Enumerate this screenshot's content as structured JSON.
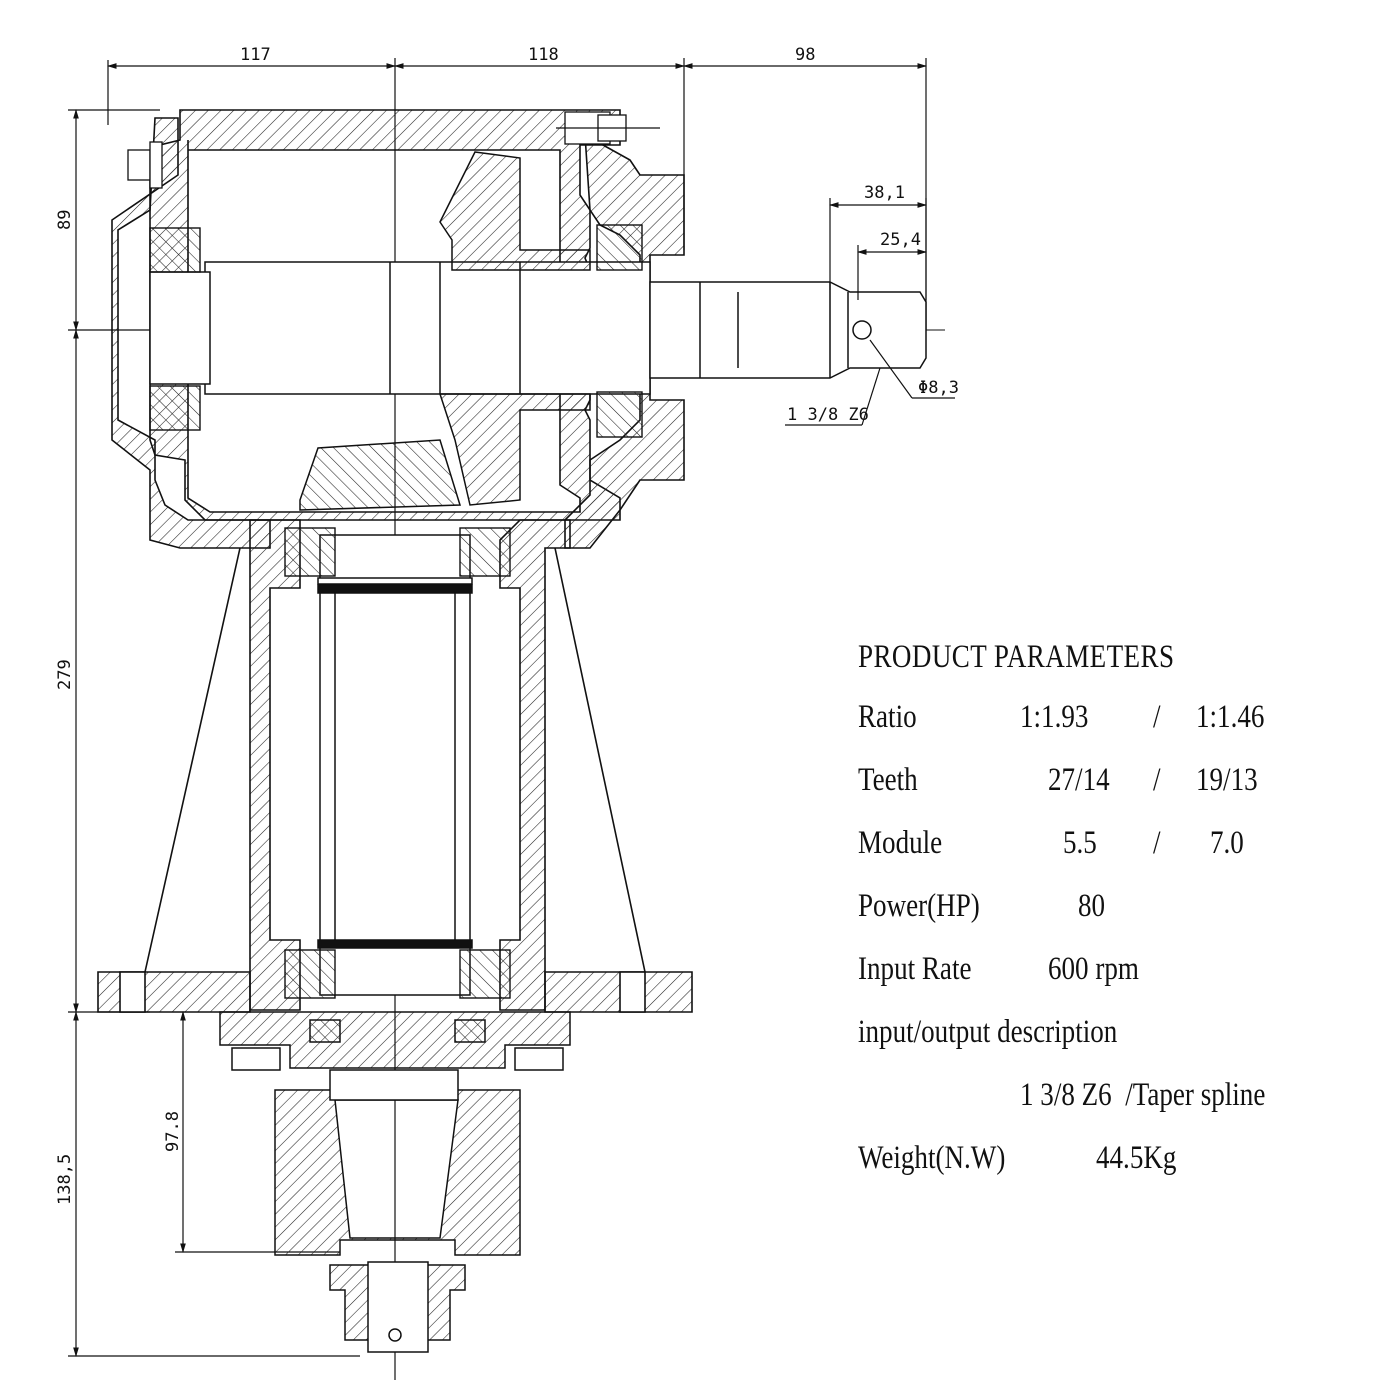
{
  "dimensions": {
    "top_left": "117",
    "top_mid": "118",
    "top_right": "98",
    "shaft_outer": "38,1",
    "shaft_inner": "25,4",
    "hole_dia": "Φ8,3",
    "spline_label": "1 3/8 Z6",
    "left_upper": "89",
    "left_mid": "279",
    "left_lower": "138,5",
    "inner_lower": "97.8"
  },
  "params": {
    "title": "PRODUCT PARAMETERS",
    "ratio_label": "Ratio",
    "ratio_a": "1:1.93",
    "ratio_sep": "/",
    "ratio_b": "1:1.46",
    "teeth_label": "Teeth",
    "teeth_a": "27/14",
    "teeth_sep": "/",
    "teeth_b": "19/13",
    "module_label": "Module",
    "module_a": "5.5",
    "module_sep": "/",
    "module_b": "7.0",
    "power_label": "Power(HP)",
    "power_value": "80",
    "input_label": "Input Rate",
    "input_value": "600 rpm",
    "io_label": "input/output description",
    "io_value": "1 3/8 Z6  /Taper spline",
    "weight_label": "Weight(N.W)",
    "weight_value": "44.5Kg"
  }
}
